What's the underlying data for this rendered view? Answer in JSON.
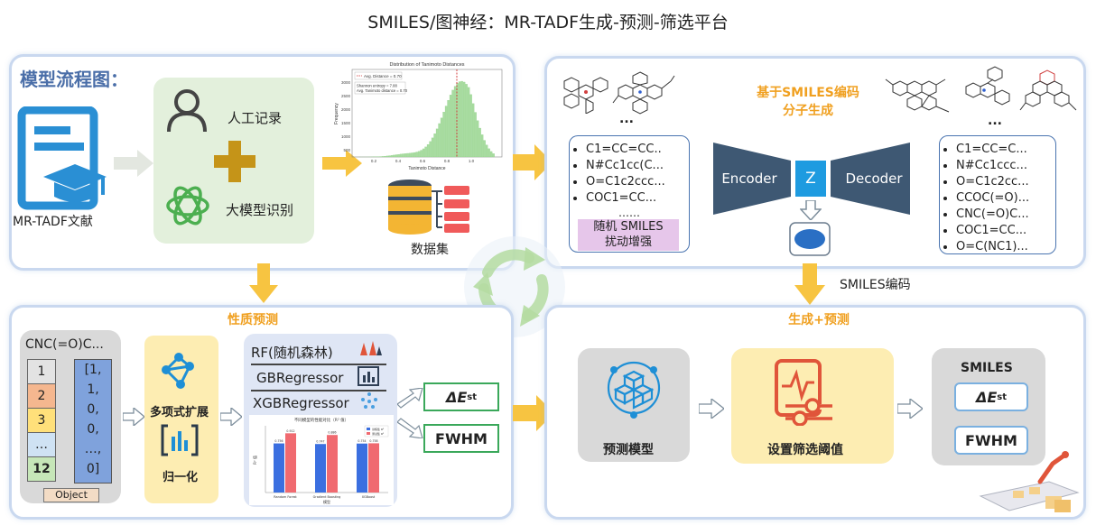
{
  "page_title": "SMILES/图神经：MR-TADF生成-预测-筛选平台",
  "top_left": {
    "flow_title": "模型流程图：",
    "doc_label": "MR-TADF文献",
    "manual_label": "人工记录",
    "llm_label": "大模型识别",
    "dataset_label": "数据集",
    "hist": {
      "title": "Distribution of Tanimoto Distances",
      "legend_avg": "Avg. Distance = 0.70",
      "info_line1": "Shannon entropy = 7.88",
      "info_line2": "Avg. Tanimoto distance = 0.70",
      "xlabel": "Tanimoto Distance",
      "ylabel": "Frequency",
      "xticks": [
        "0.2",
        "0.4",
        "0.6",
        "0.8",
        "1.0"
      ],
      "yticks": [
        "500",
        "1000",
        "1500",
        "2000",
        "2500",
        "3000"
      ]
    }
  },
  "top_right": {
    "gen_label_line1": "基于SMILES编码",
    "gen_label_line2": "分子生成",
    "dots": "...",
    "input_smiles": [
      "C1=CC=CC..",
      "N#Cc1cc(C...",
      "O=C1c2ccc...",
      "COC1=CC..."
    ],
    "input_more": "……",
    "augment_line1": "随机 SMILES",
    "augment_line2": "扰动增强",
    "encoder": "Encoder",
    "z": "Z",
    "decoder": "Decoder",
    "output_smiles": [
      "C1=CC=C...",
      "N#Cc1ccc...",
      "O=C1c2cc...",
      "CCOC(=O)...",
      "CNC(=O)C...",
      "COC1=CC...",
      "O=C(NC1)..."
    ]
  },
  "smiles_code_label": "SMILES编码",
  "bottom_left": {
    "section_label": "性质预测",
    "smiles_head": "CNC(=O)C...",
    "cells": [
      "1",
      "2",
      "3",
      "…",
      "12"
    ],
    "vector": [
      "[1,",
      "1,",
      "0,",
      "0,",
      "…,",
      "0]"
    ],
    "object_label": "Object",
    "poly_label": "多项式扩展",
    "norm_label": "归一化",
    "models": [
      "RF(随机森林)",
      "GBRegressor",
      "XGBRegressor"
    ],
    "out1_main": "ΔE",
    "out1_sub": "st",
    "out2": "FWHM",
    "bar_chart": {
      "title": "不同模型的性能对比（R² 值）",
      "categories": [
        "Random Forest",
        "Gradient Boosting",
        "XGBoost"
      ],
      "series": [
        {
          "name": "训练集 R²",
          "values": [
            0.756,
            0.747,
            0.754
          ]
        },
        {
          "name": "测试集 R²",
          "values": [
            0.912,
            0.886,
            0.758
          ]
        }
      ],
      "ylabel": "R² 值",
      "xlabel": "模型",
      "colors": [
        "#3b6fe0",
        "#f06a70"
      ]
    }
  },
  "bottom_right": {
    "section_label": "生成+预测",
    "predict_model": "预测模型",
    "threshold": "设置筛选阈值",
    "smiles_head": "SMILES",
    "out1_main": "ΔE",
    "out1_sub": "st",
    "out2": "FWHM"
  },
  "icons": {
    "document": "document-graduation-icon",
    "person": "person-icon",
    "plus": "plus-icon",
    "openai": "ai-logo-icon",
    "database": "database-icon",
    "cycle": "recycle-arrows-icon",
    "network": "network-icon",
    "chart": "bar-chart-icon",
    "cubes": "cubes-network-icon",
    "filter": "settings-monitor-icon"
  },
  "colors": {
    "panel_border": "#c9d8ef",
    "flow_title": "#4a6ea8",
    "orange": "#f0a020",
    "arrow_orange": "#f7c441",
    "green_box": "#e3f0dc",
    "encoder": "#3e5873",
    "z": "#1e9be0"
  }
}
